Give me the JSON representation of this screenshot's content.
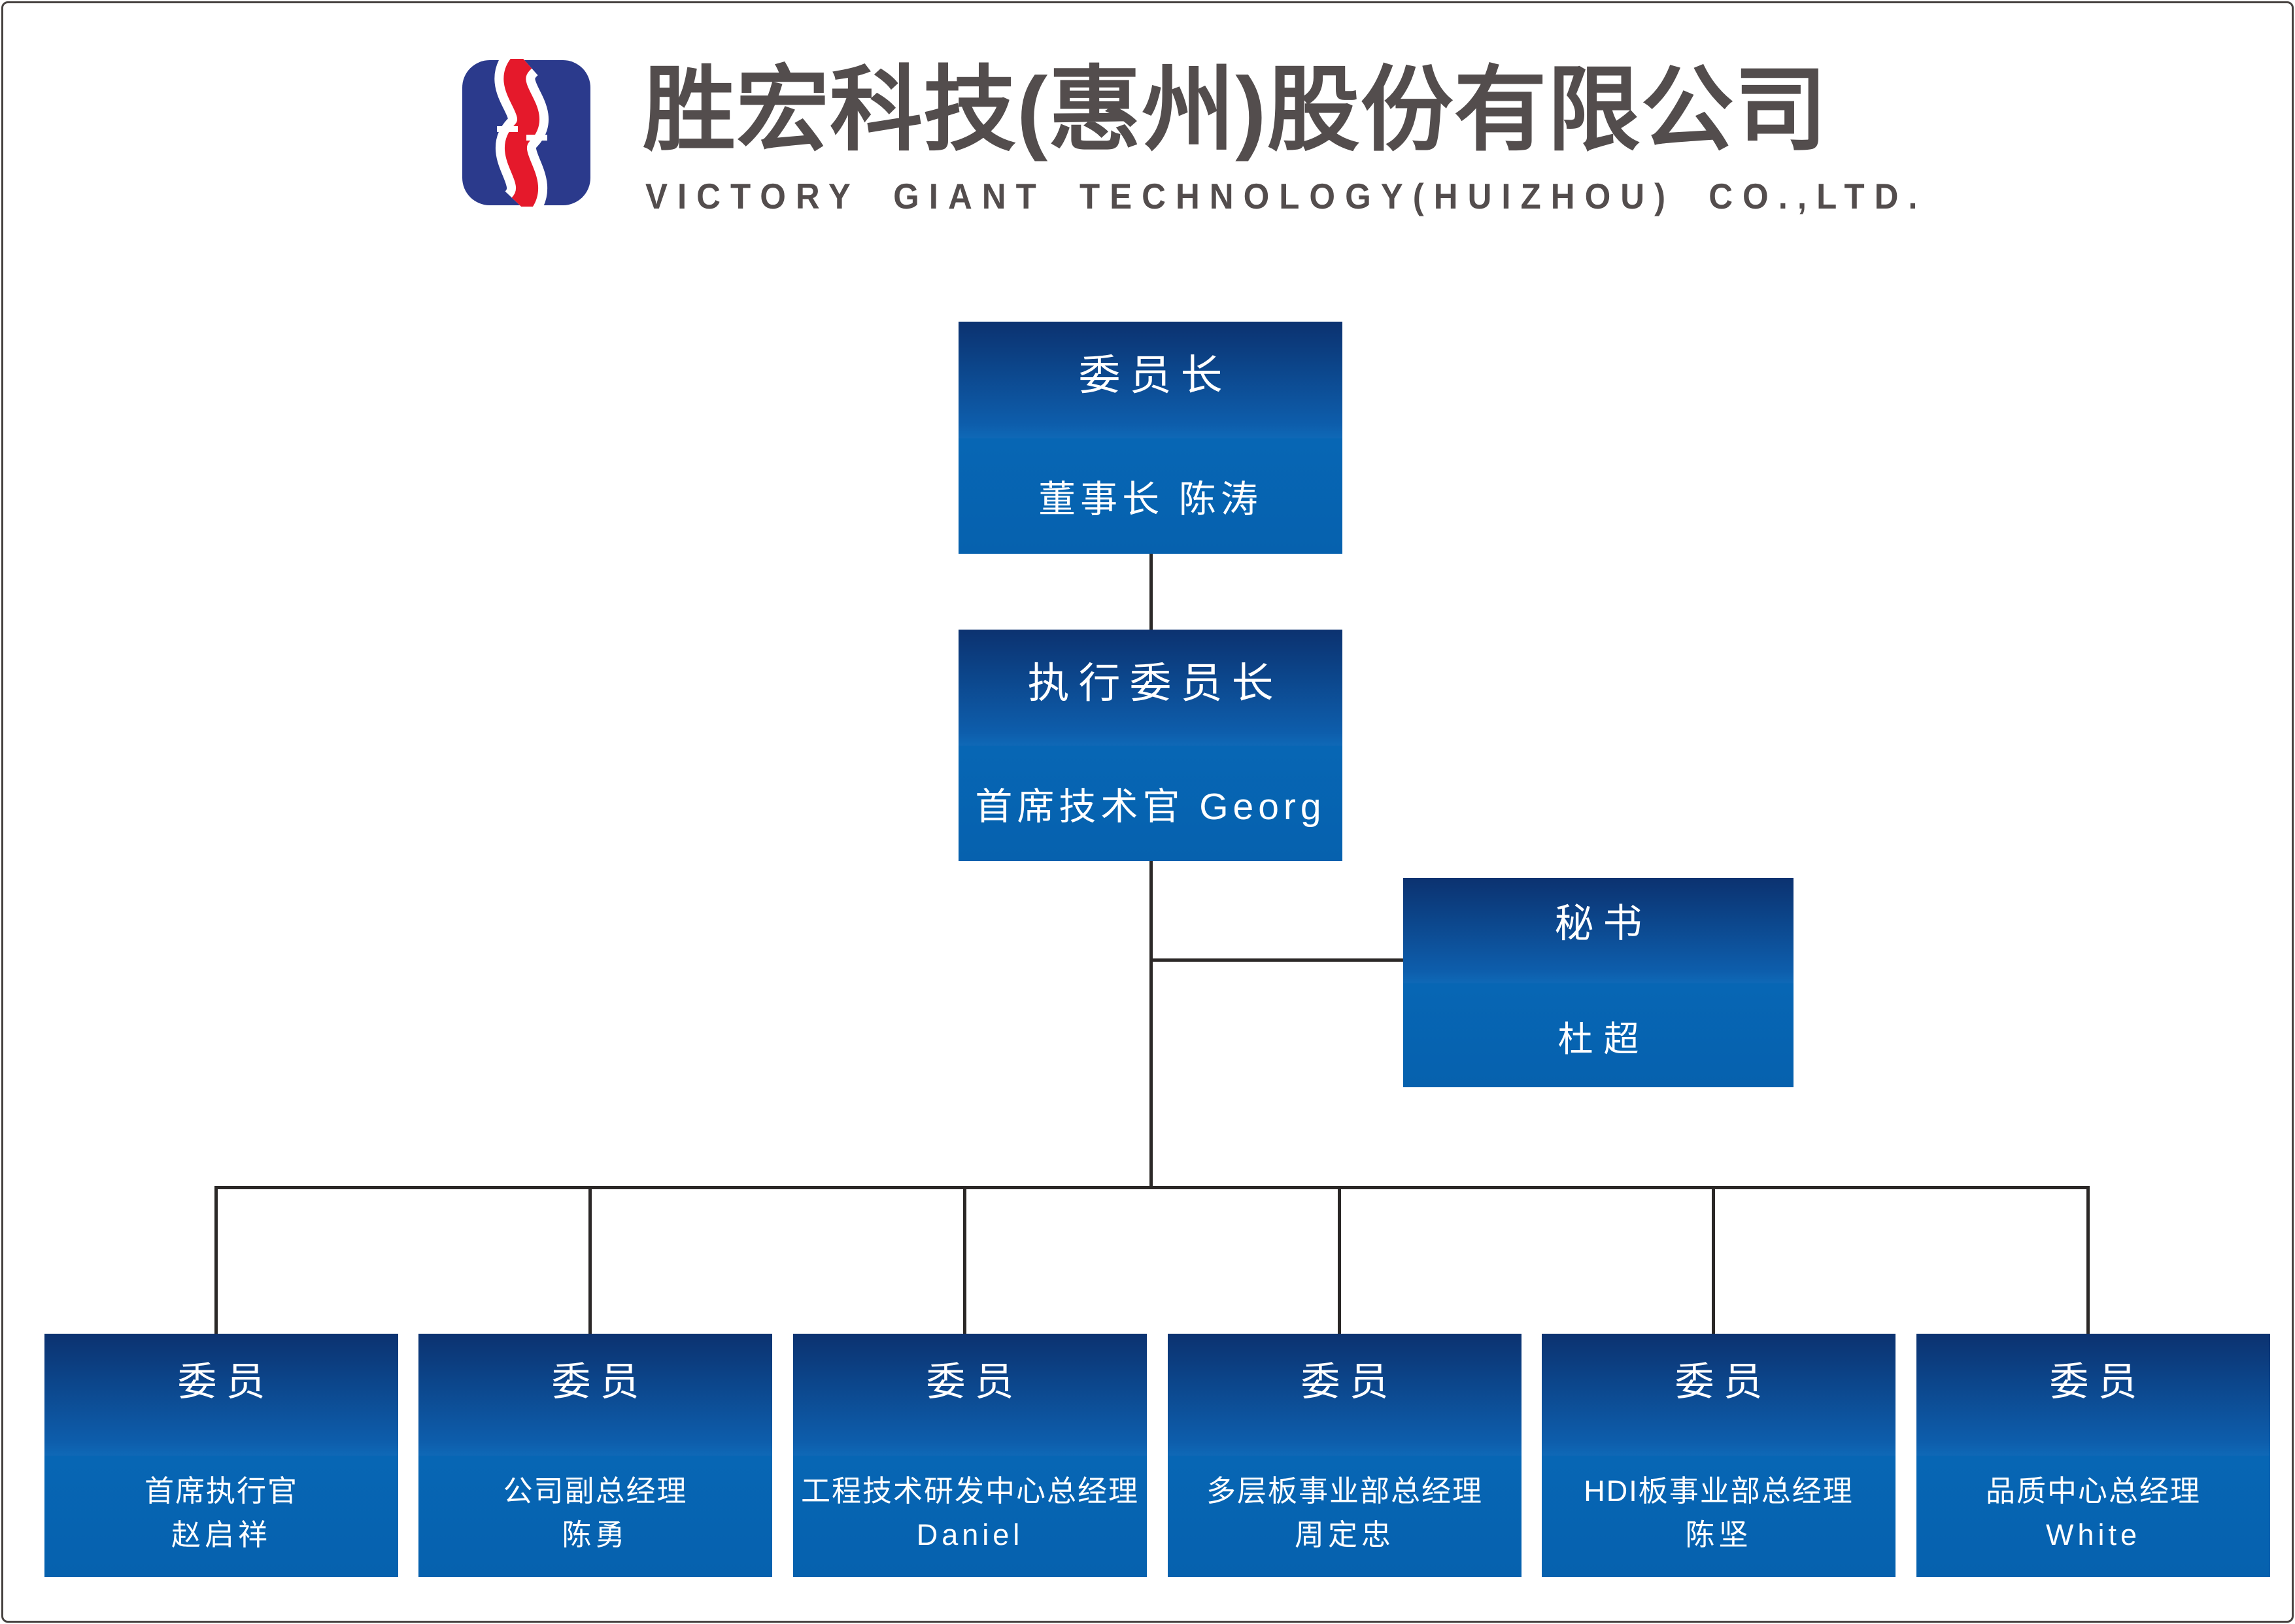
{
  "header": {
    "company_name_zh": "胜宏科技(惠州)股份有限公司",
    "company_name_en": "VICTORY GIANT TECHNOLOGY(HUIZHOU) CO.,LTD.",
    "logo_colors": {
      "blue": "#2b3a8c",
      "red": "#e5192b"
    }
  },
  "colors": {
    "box_gradient_top": "#0c3270",
    "box_gradient_mid": "#0f68b6",
    "box_gradient_bottom": "#0661ae",
    "box_text": "#ffffff",
    "title_text": "#534d4d",
    "connector": "#2b2827",
    "page_border": "#474240"
  },
  "org": {
    "chairman": {
      "title": "委员长",
      "subtitle": "董事长 陈涛"
    },
    "exec_chair": {
      "title": "执行委员长",
      "subtitle": "首席技术官 Georg"
    },
    "secretary": {
      "title": "秘书",
      "subtitle": "杜超"
    },
    "members": [
      {
        "title": "委员",
        "role": "首席执行官",
        "name": "赵启祥"
      },
      {
        "title": "委员",
        "role": "公司副总经理",
        "name": "陈勇"
      },
      {
        "title": "委员",
        "role": "工程技术研发中心总经理",
        "name": "Daniel"
      },
      {
        "title": "委员",
        "role": "多层板事业部总经理",
        "name": "周定忠"
      },
      {
        "title": "委员",
        "role": "HDI板事业部总经理",
        "name": "陈坚"
      },
      {
        "title": "委员",
        "role": "品质中心总经理",
        "name": "White"
      }
    ]
  }
}
